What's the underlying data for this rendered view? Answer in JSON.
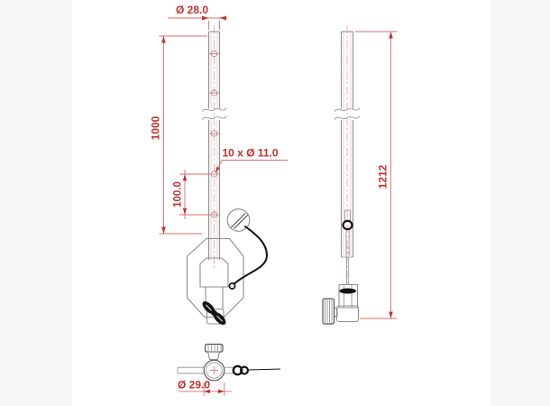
{
  "drawing": {
    "type": "technical-drawing",
    "subject": "pole with hook clamp, safety pin and wing knob",
    "dimensions": {
      "tube_diameter": "Ø 28.0",
      "tube_length": "1000",
      "hole_spacing": "100.0",
      "holes_callout": "10 x Ø 11.0",
      "overall_length": "1212",
      "base_diameter": "Ø 29.0"
    },
    "colors": {
      "dimension": "#c43030",
      "dimension_line": "#e06a6a",
      "centerline": "#edaaaa",
      "outline": "#8d8d8d",
      "outline_dark": "#555555",
      "accent_black": "#141414"
    }
  }
}
